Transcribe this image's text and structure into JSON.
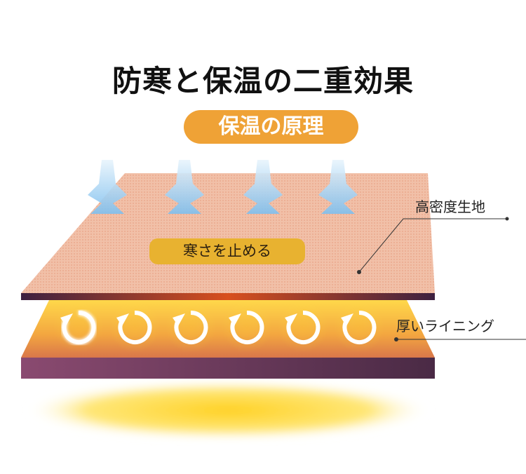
{
  "title": "防寒と保温の二重効果",
  "subtitle": "保温の原理",
  "center_badge": "寒さを止める",
  "labels": {
    "outer_layer": "高密度生地",
    "inner_layer": "厚いライニング"
  },
  "colors": {
    "pill": "#efa236",
    "badge": "#e8b230",
    "outer_fabric": "#f2b9a0",
    "band": "#4a2a45",
    "glow": "#ffd23a",
    "cold_air": "#8ec8f0"
  }
}
